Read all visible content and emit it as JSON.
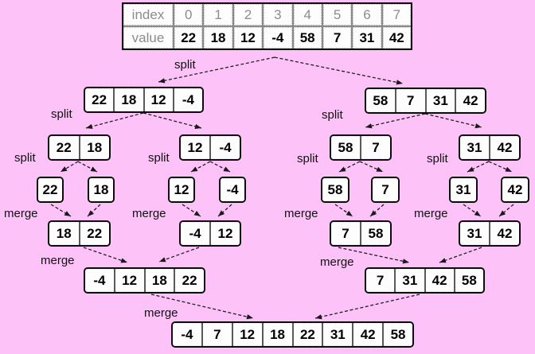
{
  "colors": {
    "background": "#FDC3F8",
    "box_fill": "#FDFDFD",
    "box_border": "#0D0D0D",
    "cell_separator": "#5A5A5A",
    "table_grid": "#8A8A8A",
    "muted_text": "#8C8C8C",
    "arrow": "#1A1A1A"
  },
  "labels": {
    "split": "split",
    "merge": "merge"
  },
  "table": {
    "row_labels": [
      "index",
      "value"
    ],
    "indices": [
      "0",
      "1",
      "2",
      "3",
      "4",
      "5",
      "6",
      "7"
    ],
    "values": [
      "22",
      "18",
      "12",
      "-4",
      "58",
      "7",
      "31",
      "42"
    ]
  },
  "nodes": {
    "l1_left": [
      "22",
      "18",
      "12",
      "-4"
    ],
    "l1_right": [
      "58",
      "7",
      "31",
      "42"
    ],
    "l2_a": [
      "22",
      "18"
    ],
    "l2_b": [
      "12",
      "-4"
    ],
    "l2_c": [
      "58",
      "7"
    ],
    "l2_d": [
      "31",
      "42"
    ],
    "l3": [
      "22",
      "18",
      "12",
      "-4",
      "58",
      "7",
      "31",
      "42"
    ],
    "m1_a": [
      "18",
      "22"
    ],
    "m1_b": [
      "-4",
      "12"
    ],
    "m1_c": [
      "7",
      "58"
    ],
    "m1_d": [
      "31",
      "42"
    ],
    "m2_left": [
      "-4",
      "12",
      "18",
      "22"
    ],
    "m2_right": [
      "7",
      "31",
      "42",
      "58"
    ],
    "m3": [
      "-4",
      "7",
      "12",
      "18",
      "22",
      "31",
      "42",
      "58"
    ]
  }
}
